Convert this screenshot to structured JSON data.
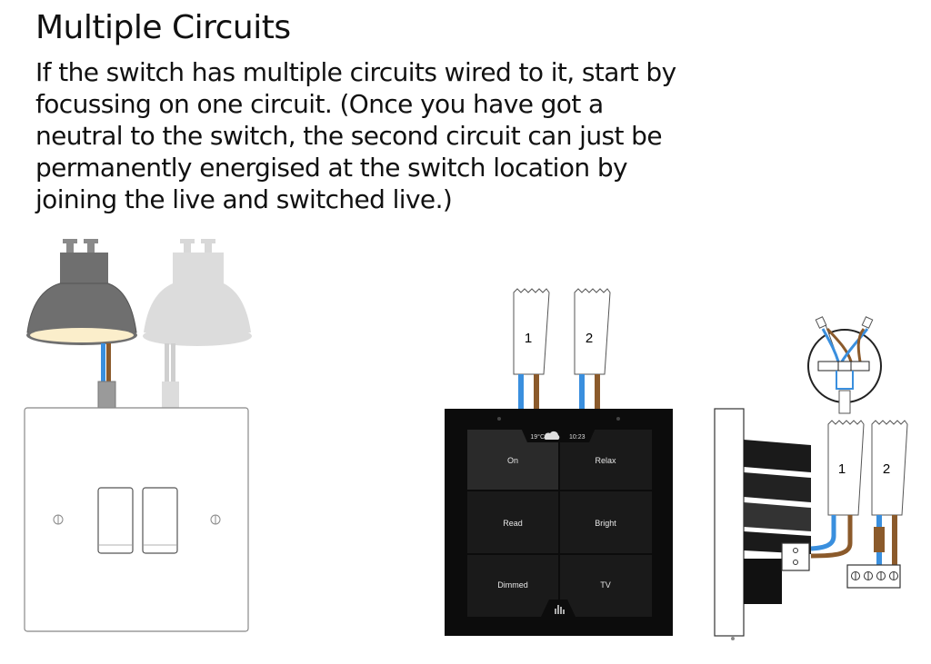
{
  "title": "Multiple Circuits",
  "body": "If the switch has multiple circuits wired to it, start by focussing on one circuit. (Once you have got a neutral to the switch, the second circuit can just be permanently energised at the switch location by joining the live and switched live.)",
  "cables": {
    "top_1": "1",
    "top_2": "2",
    "side_1": "1",
    "side_2": "2"
  },
  "smart_switch": {
    "temperature": "19°C",
    "time": "10:23",
    "buttons": [
      "On",
      "Relax",
      "Read",
      "Bright",
      "Dimmed",
      "TV"
    ]
  },
  "colors": {
    "blue_wire": "#3a8fde",
    "brown_wire": "#8b5a2b",
    "bulb_glow": "#fbeecb"
  }
}
